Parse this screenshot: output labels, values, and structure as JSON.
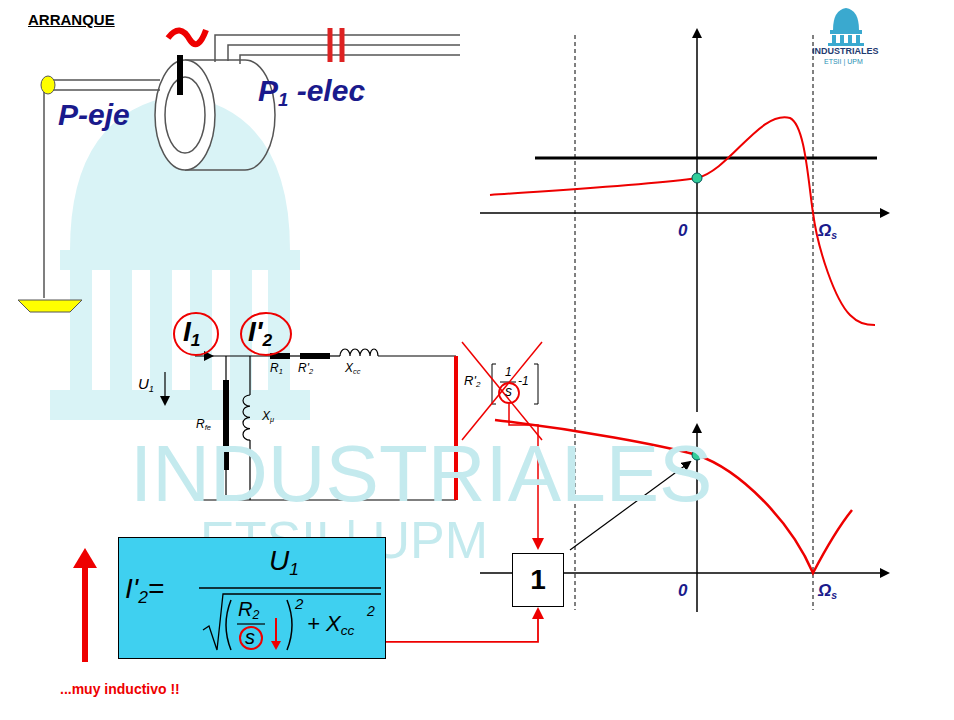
{
  "diagram": {
    "title": "ARRANQUE",
    "nodes": [
      {
        "text": [
          "I'2=",
          "U1",
          "R2",
          "s",
          "2",
          "+ Xcc",
          "2"
        ]
      },
      {
        "text": [
          "1"
        ]
      }
    ],
    "edges": [
      {
        "from": 0,
        "to": 1,
        "arrow": "to"
      }
    ],
    "labels": [
      "INDUSTRIALES",
      "ETSII | UPM",
      "P-eje",
      "P1 -elec",
      "0",
      "Ωs",
      "0",
      "Ωs",
      "I1",
      "I'2",
      "U1",
      "R1",
      "R'2",
      "Xcc",
      "Rfe",
      "Xμ",
      "R'2",
      "1",
      "s",
      "-1",
      "...muy inductivo !!",
      "INDUSTRIALES",
      "ETSII | UPM"
    ]
  }
}
